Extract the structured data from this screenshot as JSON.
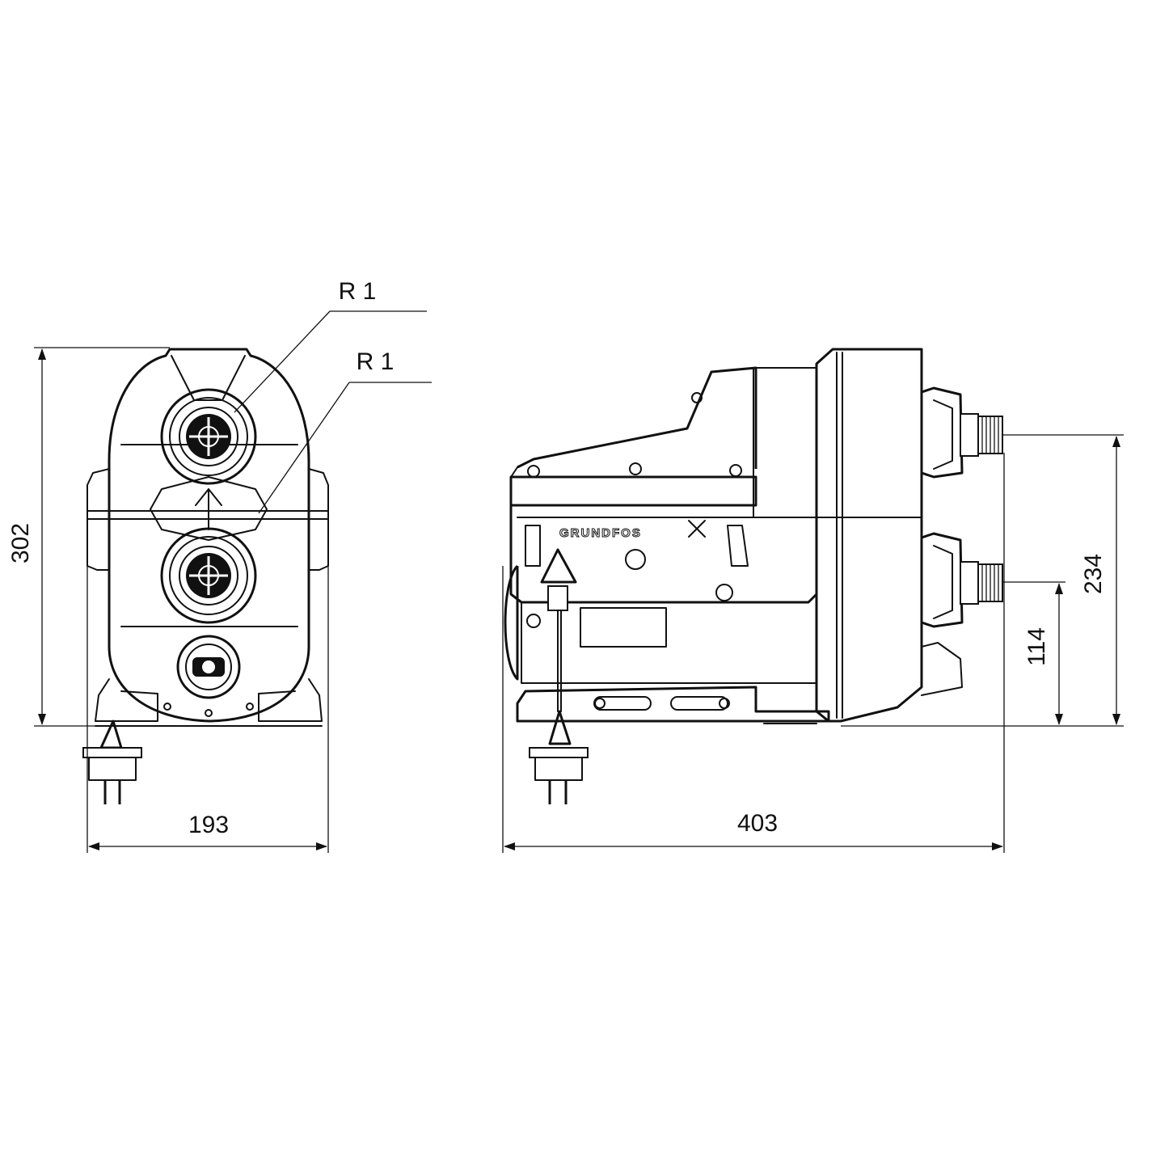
{
  "drawing": {
    "labels": {
      "thread_outlet": "R 1",
      "thread_inlet": "R 1"
    },
    "dimensions": {
      "front_height": "302",
      "front_width": "193",
      "side_length": "403",
      "outlet_height": "234",
      "inlet_height": "114"
    },
    "brand_logo": "GRUNDFOS"
  }
}
